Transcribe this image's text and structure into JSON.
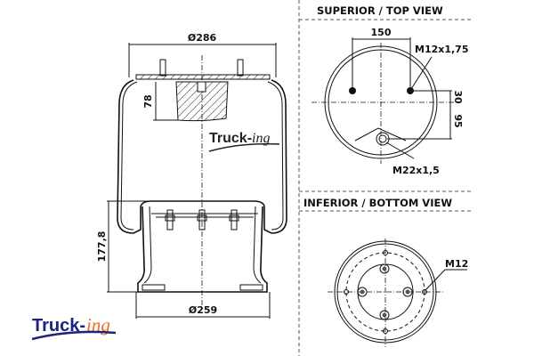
{
  "side_view": {
    "top_diameter": "Ø286",
    "bottom_diameter": "Ø259",
    "height": "177,8",
    "block_height": "78",
    "watermark_logo": "Truck-ing"
  },
  "top_view": {
    "title": "SUPERIOR / TOP VIEW",
    "bolt_spacing": "150",
    "bolt_thread": "M12x1,75",
    "offset_a": "30",
    "offset_b": "95",
    "air_inlet_thread": "M22x1,5"
  },
  "bottom_view": {
    "title": "INFERIOR / BOTTOM VIEW",
    "bolt_thread": "M12"
  },
  "brand": {
    "logo_main": "Truck-",
    "logo_suffix": "ing",
    "primary_color": "#1a237e",
    "accent_color": "#f26b1d"
  }
}
